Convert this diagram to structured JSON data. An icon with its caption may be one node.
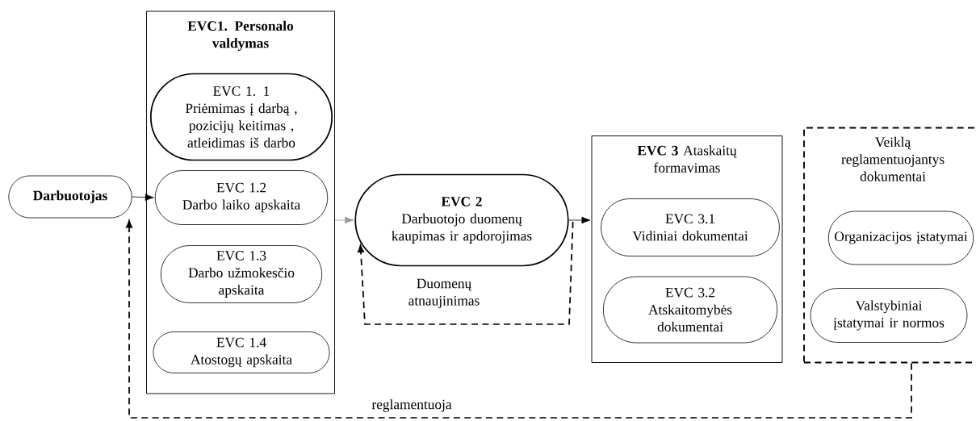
{
  "diagram": {
    "nodes": [
      {
        "text": [
          "Darbuotojas"
        ]
      },
      {
        "text": [
          "EVC1. Personalo valdymas"
        ]
      },
      {
        "text": [
          "EVC 1. 1",
          "Priėmimas į darbą , pozicijų keitimas , atleidimas iš darbo"
        ],
        "in": 1
      },
      {
        "text": [
          "EVC 1.2",
          "Darbo laiko apskaita"
        ],
        "in": 1
      },
      {
        "text": [
          "EVC 1.3",
          "Darbo užmokesčio apskaita"
        ],
        "in": 1
      },
      {
        "text": [
          "EVC 1.4",
          "Atostogų apskaita"
        ],
        "in": 1
      },
      {
        "text": [
          "EVC 2",
          "Darbuotojo duomenų kaupimas ir apdorojimas"
        ]
      },
      {
        "text": [
          "**EVC 3** Ataskaitų formavimas"
        ]
      },
      {
        "text": [
          "EVC 3.1",
          "Vidiniai dokumentai"
        ],
        "in": 7
      },
      {
        "text": [
          "EVC 3.2",
          "Atskaitomybės dokumentai"
        ],
        "in": 7
      },
      {
        "text": [
          "Veiklą reglamentuojantys dokumentai"
        ]
      },
      {
        "text": [
          "Organizacijos įstatymai"
        ],
        "in": 10
      },
      {
        "text": [
          "Valstybiniai įstatymai ir normos"
        ],
        "in": 10
      }
    ],
    "edges": [
      {
        "from": 0,
        "to": 3,
        "arrow": "to"
      },
      {
        "from": 1,
        "to": 6,
        "arrow": "to",
        "color": "#999999"
      },
      {
        "from": 6,
        "to": 7,
        "arrow": "to"
      },
      {
        "from": 6,
        "to": 6,
        "arrow": "to",
        "style": "dashed",
        "label": "Duomenų atnaujinimas"
      },
      {
        "from": 10,
        "to": 0,
        "arrow": "to",
        "style": "dashed",
        "label": "reglamentuoja"
      }
    ]
  }
}
